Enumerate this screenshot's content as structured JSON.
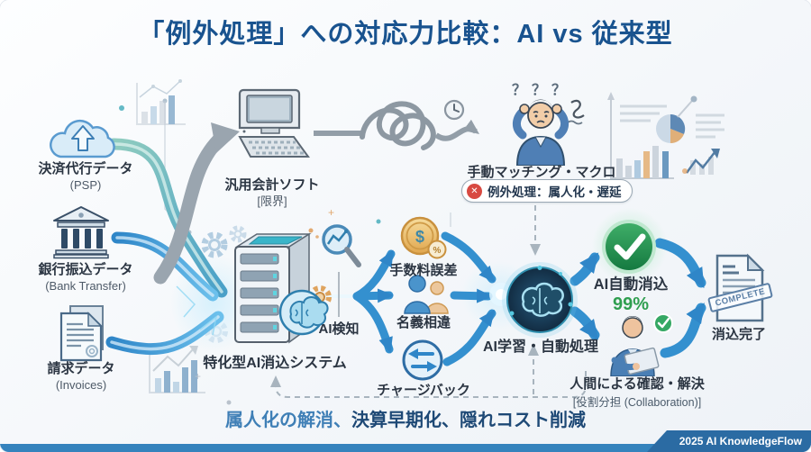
{
  "title": "「例外処理」への対応力比較：AI vs 従来型",
  "sources": {
    "psp": {
      "label": "決済代行データ",
      "sublabel": "(PSP)"
    },
    "bank": {
      "label": "銀行振込データ",
      "sublabel": "(Bank Transfer)"
    },
    "invoice": {
      "label": "請求データ",
      "sublabel": "(Invoices)"
    }
  },
  "legacy": {
    "system": {
      "label": "汎用会計ソフト",
      "sublabel": "[限界]"
    },
    "manual": {
      "label": "手動マッチング・マクロ",
      "marks": "？？？"
    },
    "badge": {
      "glyph": "✕",
      "label": "例外処理：属人化・遅延"
    }
  },
  "ai": {
    "system": {
      "label": "特化型AI消込システム"
    },
    "detect": {
      "label": "AI検知"
    },
    "exceptions": {
      "fee": {
        "label": "手数料誤差",
        "currency": "$",
        "percent": "%"
      },
      "name": {
        "label": "名義相違"
      },
      "chargeback": {
        "label": "チャージバック"
      }
    },
    "learning": {
      "label": "AI学習・自動処理"
    },
    "auto": {
      "label": "AI自動消込",
      "rate": "99%"
    },
    "human": {
      "label": "人間による確認・解決",
      "sublabel": "[役割分担 (Collaboration)]"
    },
    "complete": {
      "label": "消込完了",
      "stamp": "COMPLETE"
    }
  },
  "benefits": {
    "highlight": "属人化の解消、",
    "rest": "決算早期化、隠れコスト削減"
  },
  "footer": {
    "credit": "2025 AI KnowledgeFlow"
  },
  "colors": {
    "title": "#19538f",
    "accent_teal": "#5fb8ad",
    "accent_blue": "#2f86c8",
    "alert_red": "#d84a42",
    "success_green": "#2f9e4f",
    "footer_blue": "#3583bd"
  }
}
